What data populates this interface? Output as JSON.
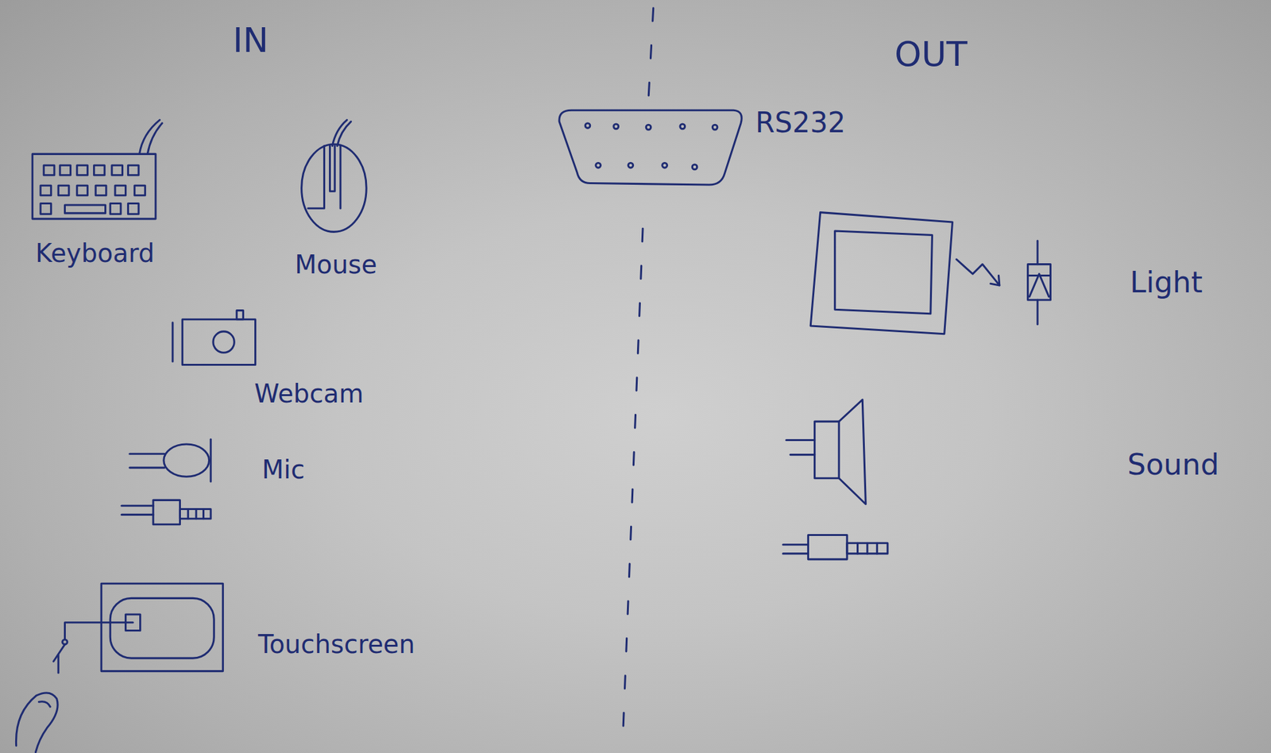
{
  "diagram": {
    "labels": [
      "IN",
      "OUT",
      "RS232",
      "Keyboard",
      "Mouse",
      "Webcam",
      "Mic",
      "Touchscreen",
      "Light",
      "Sound"
    ]
  }
}
